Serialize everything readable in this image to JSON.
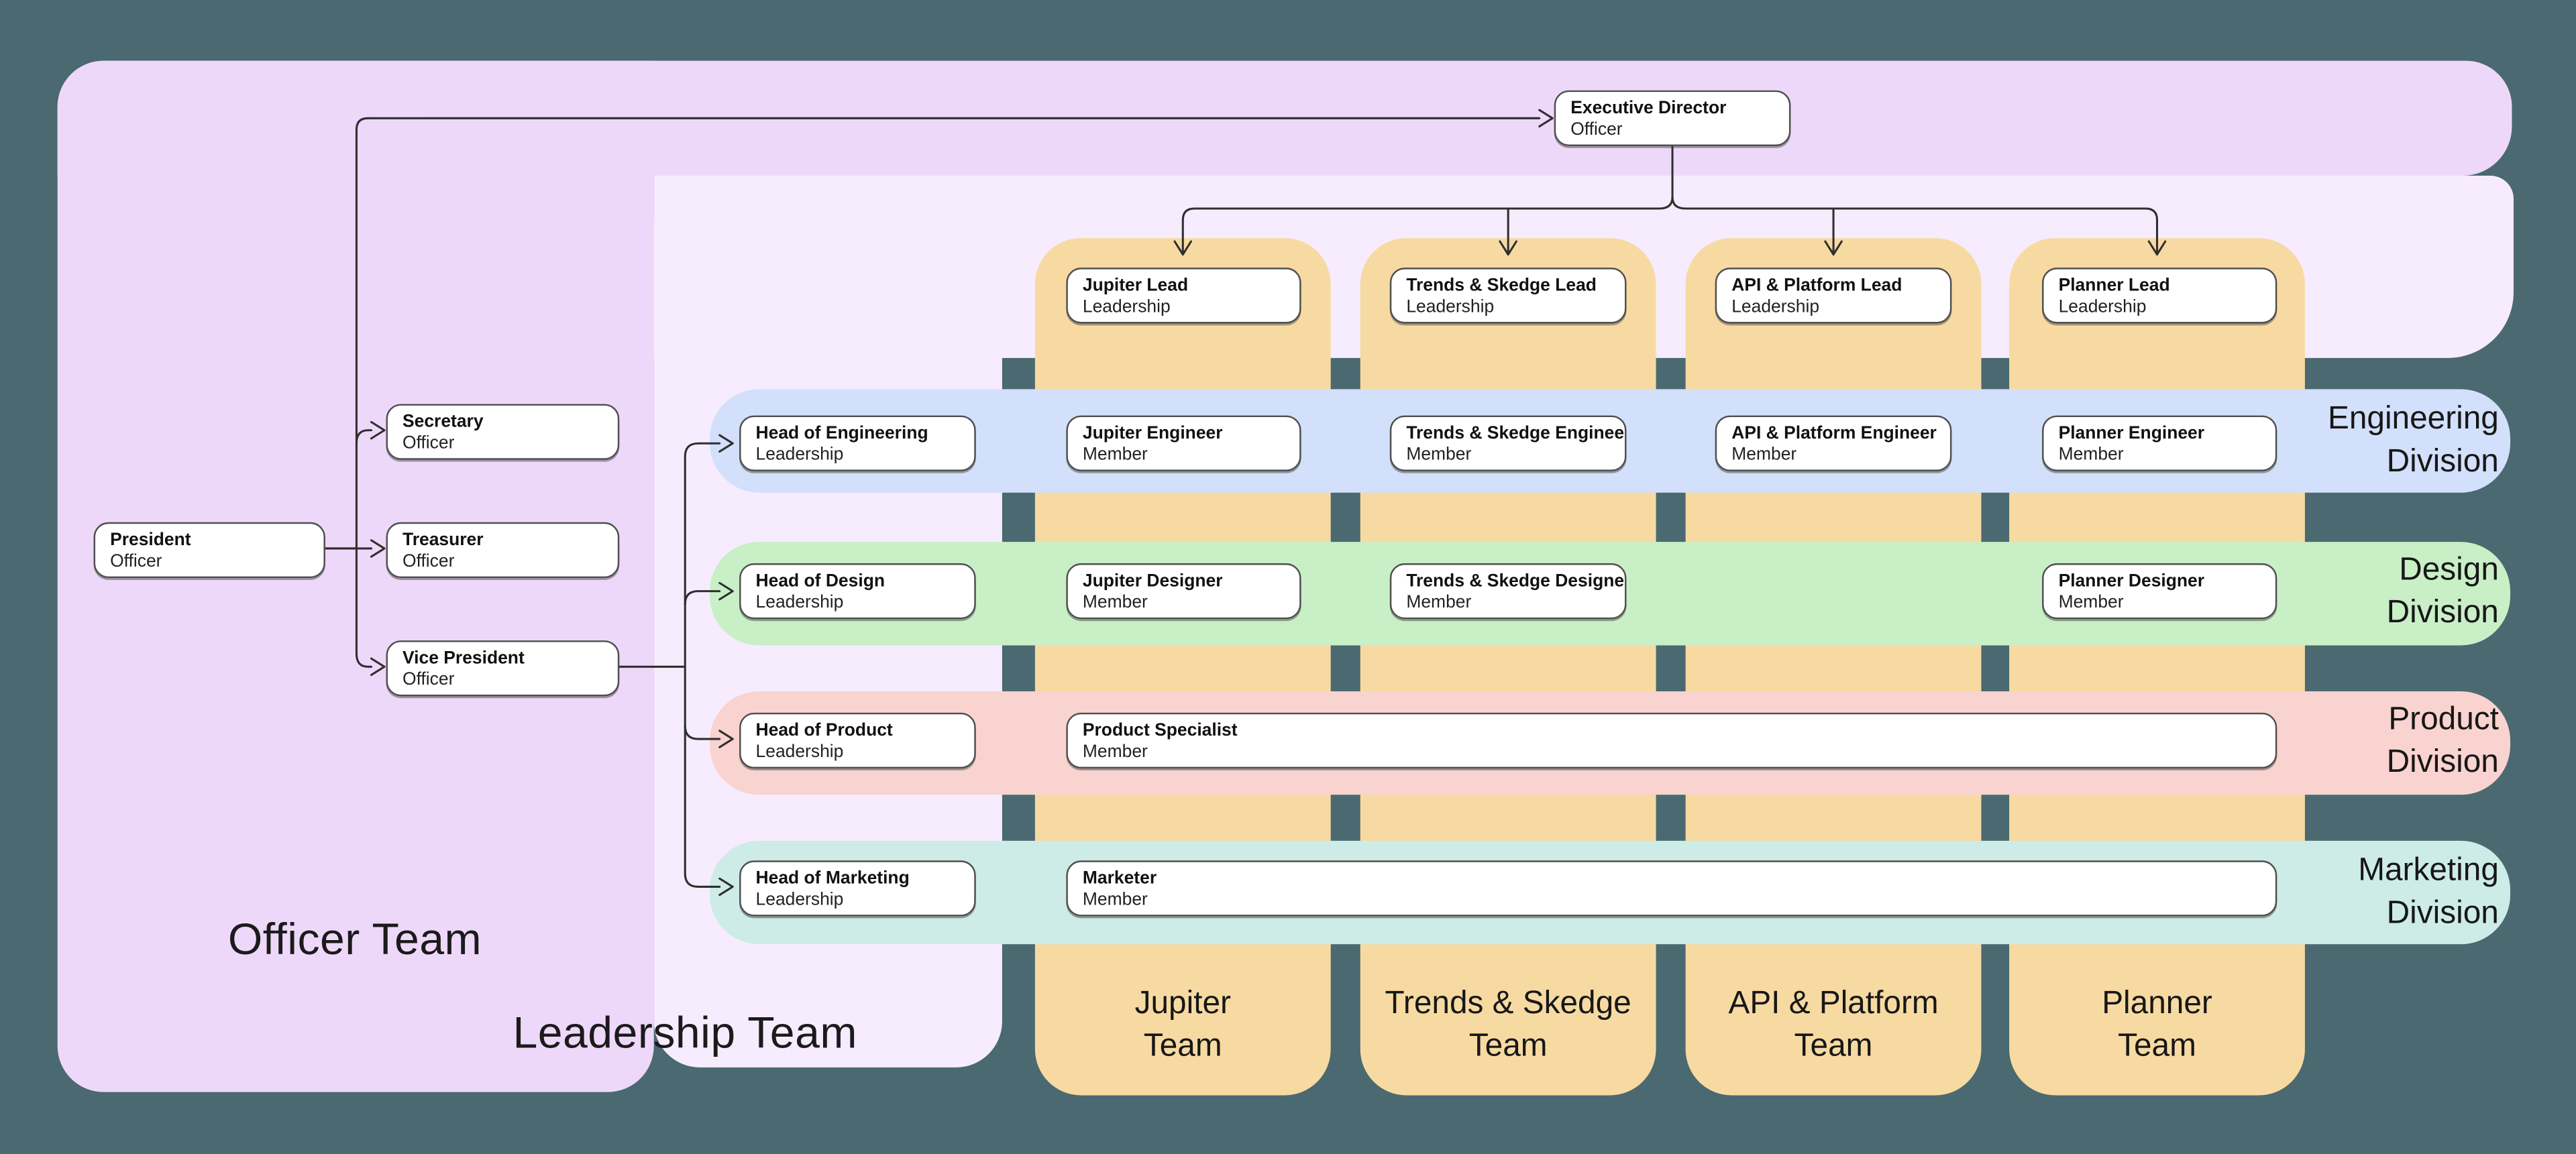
{
  "colors": {
    "background": "#4b6970",
    "officer_container": "#eed8fa",
    "leadership_container": "#f7ecfe",
    "team_column": "#f7daa2",
    "engineering_band": "#d2e0fb",
    "design_band": "#c9efc7",
    "product_band": "#f9d3d0",
    "marketing_band": "#cdece7",
    "connector": "#2f2f2f"
  },
  "groups": {
    "officer_label": "Officer Team",
    "leadership_label": "Leadership Team"
  },
  "boxes": {
    "executive_director": {
      "title": "Executive Director",
      "role": "Officer"
    },
    "president": {
      "title": "President",
      "role": "Officer"
    },
    "secretary": {
      "title": "Secretary",
      "role": "Officer"
    },
    "treasurer": {
      "title": "Treasurer",
      "role": "Officer"
    },
    "vice_president": {
      "title": "Vice President",
      "role": "Officer"
    },
    "jupiter_lead": {
      "title": "Jupiter Lead",
      "role": "Leadership"
    },
    "trends_skedge_lead": {
      "title": "Trends & Skedge Lead",
      "role": "Leadership"
    },
    "api_platform_lead": {
      "title": "API & Platform Lead",
      "role": "Leadership"
    },
    "planner_lead": {
      "title": "Planner Lead",
      "role": "Leadership"
    },
    "head_engineering": {
      "title": "Head of Engineering",
      "role": "Leadership"
    },
    "jupiter_engineer": {
      "title": "Jupiter Engineer",
      "role": "Member"
    },
    "trends_skedge_engineer": {
      "title": "Trends & Skedge Engineer",
      "role": "Member"
    },
    "api_platform_engineer": {
      "title": "API & Platform Engineer",
      "role": "Member"
    },
    "planner_engineer": {
      "title": "Planner Engineer",
      "role": "Member"
    },
    "head_design": {
      "title": "Head of Design",
      "role": "Leadership"
    },
    "jupiter_designer": {
      "title": "Jupiter Designer",
      "role": "Member"
    },
    "trends_skedge_designer": {
      "title": "Trends & Skedge Designer",
      "role": "Member"
    },
    "planner_designer": {
      "title": "Planner Designer",
      "role": "Member"
    },
    "head_product": {
      "title": "Head of Product",
      "role": "Leadership"
    },
    "product_specialist": {
      "title": "Product Specialist",
      "role": "Member"
    },
    "head_marketing": {
      "title": "Head of Marketing",
      "role": "Leadership"
    },
    "marketer": {
      "title": "Marketer",
      "role": "Member"
    }
  },
  "teams": [
    {
      "line1": "Jupiter",
      "line2": "Team"
    },
    {
      "line1": "Trends & Skedge",
      "line2": "Team"
    },
    {
      "line1": "API & Platform",
      "line2": "Team"
    },
    {
      "line1": "Planner",
      "line2": "Team"
    }
  ],
  "divisions": [
    {
      "line1": "Engineering",
      "line2": "Division"
    },
    {
      "line1": "Design",
      "line2": "Division"
    },
    {
      "line1": "Product",
      "line2": "Division"
    },
    {
      "line1": "Marketing",
      "line2": "Division"
    }
  ]
}
